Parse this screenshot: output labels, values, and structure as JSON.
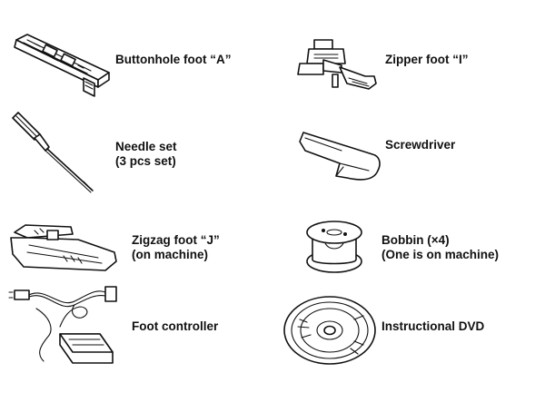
{
  "accessories": [
    {
      "id": "buttonhole-foot",
      "icon": "buttonhole-foot-icon",
      "lines": [
        "Buttonhole foot “A”"
      ]
    },
    {
      "id": "zipper-foot",
      "icon": "zipper-foot-icon",
      "lines": [
        "Zipper foot “I”"
      ]
    },
    {
      "id": "needle-set",
      "icon": "needle-icon",
      "lines": [
        "Needle set",
        "(3 pcs set)"
      ]
    },
    {
      "id": "screwdriver",
      "icon": "screwdriver-icon",
      "lines": [
        "Screwdriver"
      ]
    },
    {
      "id": "zigzag-foot",
      "icon": "zigzag-foot-icon",
      "lines": [
        "Zigzag foot “J”",
        "(on machine)"
      ]
    },
    {
      "id": "bobbin",
      "icon": "bobbin-icon",
      "lines": [
        "Bobbin (×4)",
        "(One is on machine)"
      ]
    },
    {
      "id": "foot-controller",
      "icon": "foot-controller-icon",
      "lines": [
        "Foot controller"
      ]
    },
    {
      "id": "instructional-dvd",
      "icon": "dvd-icon",
      "lines": [
        "Instructional DVD"
      ]
    }
  ]
}
